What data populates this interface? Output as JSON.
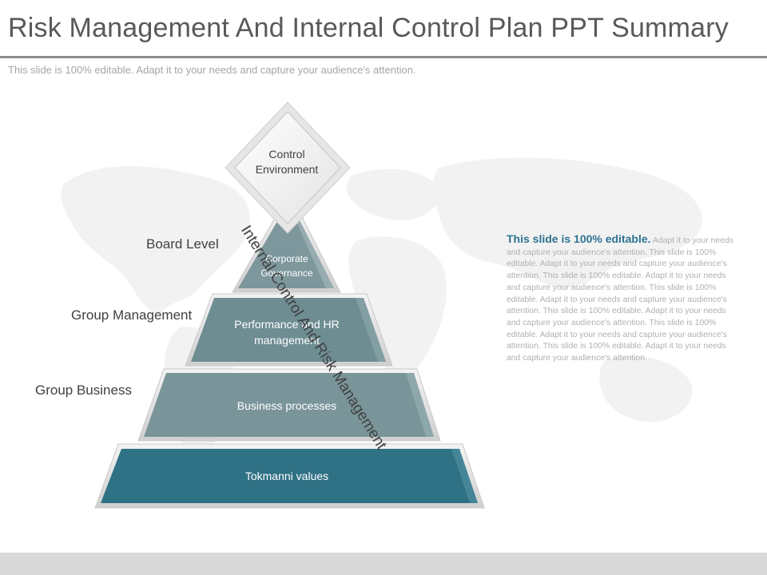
{
  "slide": {
    "title": "Risk Management And Internal Control Plan PPT Summary",
    "subtitle": "This slide is 100% editable. Adapt it to your needs and capture your audience's attention."
  },
  "diagram": {
    "apex": "Control Environment",
    "tiers": [
      {
        "label": "Corporate Governance",
        "color": "#7d979c"
      },
      {
        "label": "Performance and HR management",
        "color": "#6e8d93"
      },
      {
        "label": "Business processes",
        "color": "#7a959a"
      },
      {
        "label": "Tokmanni values",
        "color": "#2f7185"
      }
    ],
    "side_labels": [
      "Board Level",
      "Group Management",
      "Group Business"
    ],
    "diagonal_label": "Internal Control And Risk Management"
  },
  "text_box": {
    "lead": "This slide is 100% editable.",
    "body": "Adapt it to your needs and capture your audience's attention. This slide is 100% editable. Adapt it to your needs and capture your audience's attention. This slide is 100% editable. Adapt it to your needs and capture your audience's attention. This slide is 100% editable. Adapt it to your needs and capture your audience's attention. This slide is 100% editable. Adapt it to your needs and capture your audience's attention. This slide is 100% editable. Adapt it to your needs and capture your audience's attention. This slide is 100% editable. Adapt it to your needs and capture your audience's attention."
  },
  "colors": {
    "title": "#595959",
    "lead_text": "#2e7391",
    "footer": "#d9d9d9"
  }
}
